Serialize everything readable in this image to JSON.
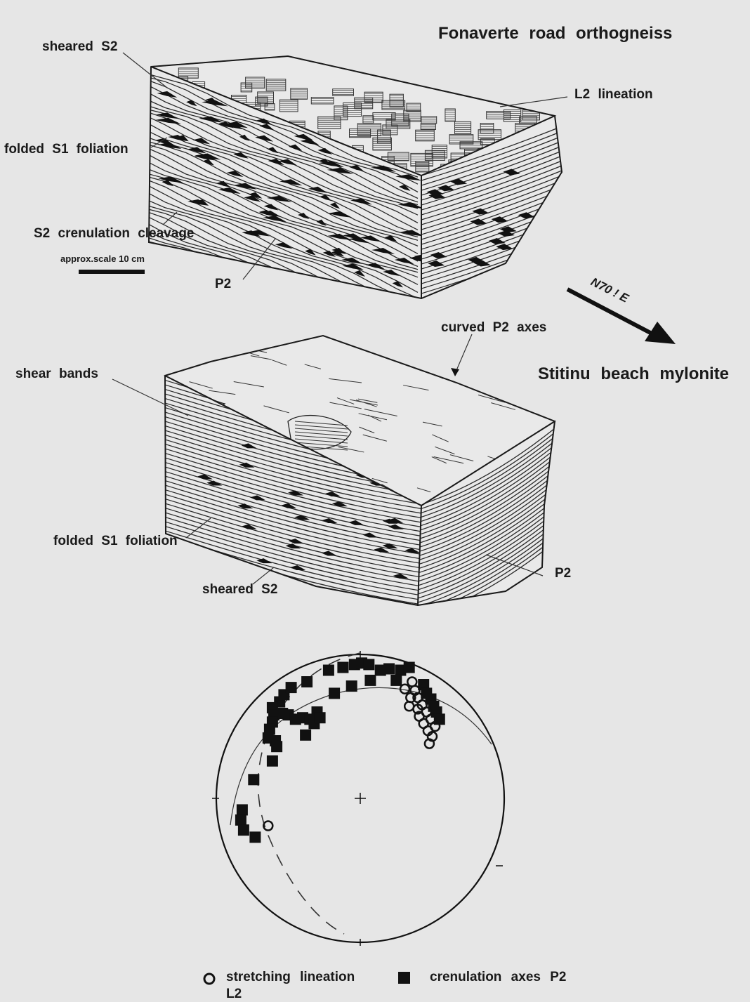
{
  "titles": {
    "block1": "Fonaverte road orthogneiss",
    "block2": "Stitinu beach mylonite"
  },
  "labels": {
    "sheared_s2_top": "sheared S2",
    "l2_lineation": "L2 lineation",
    "folded_s1_top": "folded S1 foliation",
    "s2_crenulation": "S2 crenulation cleavage",
    "scale": "approx.scale 10 cm",
    "p2_top": "P2",
    "direction": "N70 ! E",
    "curved_p2": "curved P2 axes",
    "shear_bands": "shear bands",
    "folded_s1_bottom": "folded S1 foliation",
    "sheared_s2_bottom": "sheared S2",
    "p2_bottom": "P2"
  },
  "legend": {
    "stretching": "stretching lineation",
    "stretching_sub": "L2",
    "crenulation": "crenulation axes P2"
  },
  "stereonet": {
    "crenulation_axes": [
      [
        -0.56,
        0.67
      ],
      [
        -0.53,
        0.72
      ],
      [
        -0.48,
        0.77
      ],
      [
        -0.37,
        0.81
      ],
      [
        -0.22,
        0.89
      ],
      [
        -0.12,
        0.91
      ],
      [
        -0.04,
        0.93
      ],
      [
        0.01,
        0.94
      ],
      [
        0.06,
        0.93
      ],
      [
        0.14,
        0.89
      ],
      [
        0.2,
        0.9
      ],
      [
        0.28,
        0.89
      ],
      [
        0.34,
        0.91
      ],
      [
        0.44,
        0.79
      ],
      [
        0.46,
        0.73
      ],
      [
        0.49,
        0.69
      ],
      [
        0.51,
        0.64
      ],
      [
        0.53,
        0.6
      ],
      [
        0.55,
        0.55
      ],
      [
        -0.61,
        0.63
      ],
      [
        -0.6,
        0.58
      ],
      [
        -0.54,
        0.59
      ],
      [
        -0.5,
        0.58
      ],
      [
        -0.45,
        0.55
      ],
      [
        -0.4,
        0.56
      ],
      [
        -0.35,
        0.55
      ],
      [
        -0.32,
        0.52
      ],
      [
        -0.3,
        0.6
      ],
      [
        -0.28,
        0.56
      ],
      [
        -0.61,
        0.53
      ],
      [
        -0.63,
        0.48
      ],
      [
        -0.64,
        0.42
      ],
      [
        -0.59,
        0.4
      ],
      [
        -0.58,
        0.36
      ],
      [
        -0.61,
        0.26
      ],
      [
        -0.74,
        0.13
      ],
      [
        -0.82,
        -0.08
      ],
      [
        -0.83,
        -0.15
      ],
      [
        -0.81,
        -0.22
      ],
      [
        -0.73,
        -0.27
      ],
      [
        0.07,
        0.82
      ],
      [
        -0.06,
        0.78
      ],
      [
        0.25,
        0.82
      ],
      [
        -0.38,
        0.44
      ],
      [
        -0.18,
        0.73
      ]
    ],
    "stretching_lineations": [
      [
        0.36,
        0.81
      ],
      [
        0.38,
        0.75
      ],
      [
        0.4,
        0.7
      ],
      [
        0.43,
        0.65
      ],
      [
        0.46,
        0.6
      ],
      [
        0.49,
        0.55
      ],
      [
        0.4,
        0.62
      ],
      [
        0.41,
        0.57
      ],
      [
        0.44,
        0.52
      ],
      [
        0.47,
        0.47
      ],
      [
        0.52,
        0.5
      ],
      [
        0.5,
        0.43
      ],
      [
        0.48,
        0.38
      ],
      [
        0.35,
        0.7
      ],
      [
        0.31,
        0.76
      ],
      [
        0.34,
        0.64
      ],
      [
        -0.64,
        -0.19
      ]
    ]
  }
}
